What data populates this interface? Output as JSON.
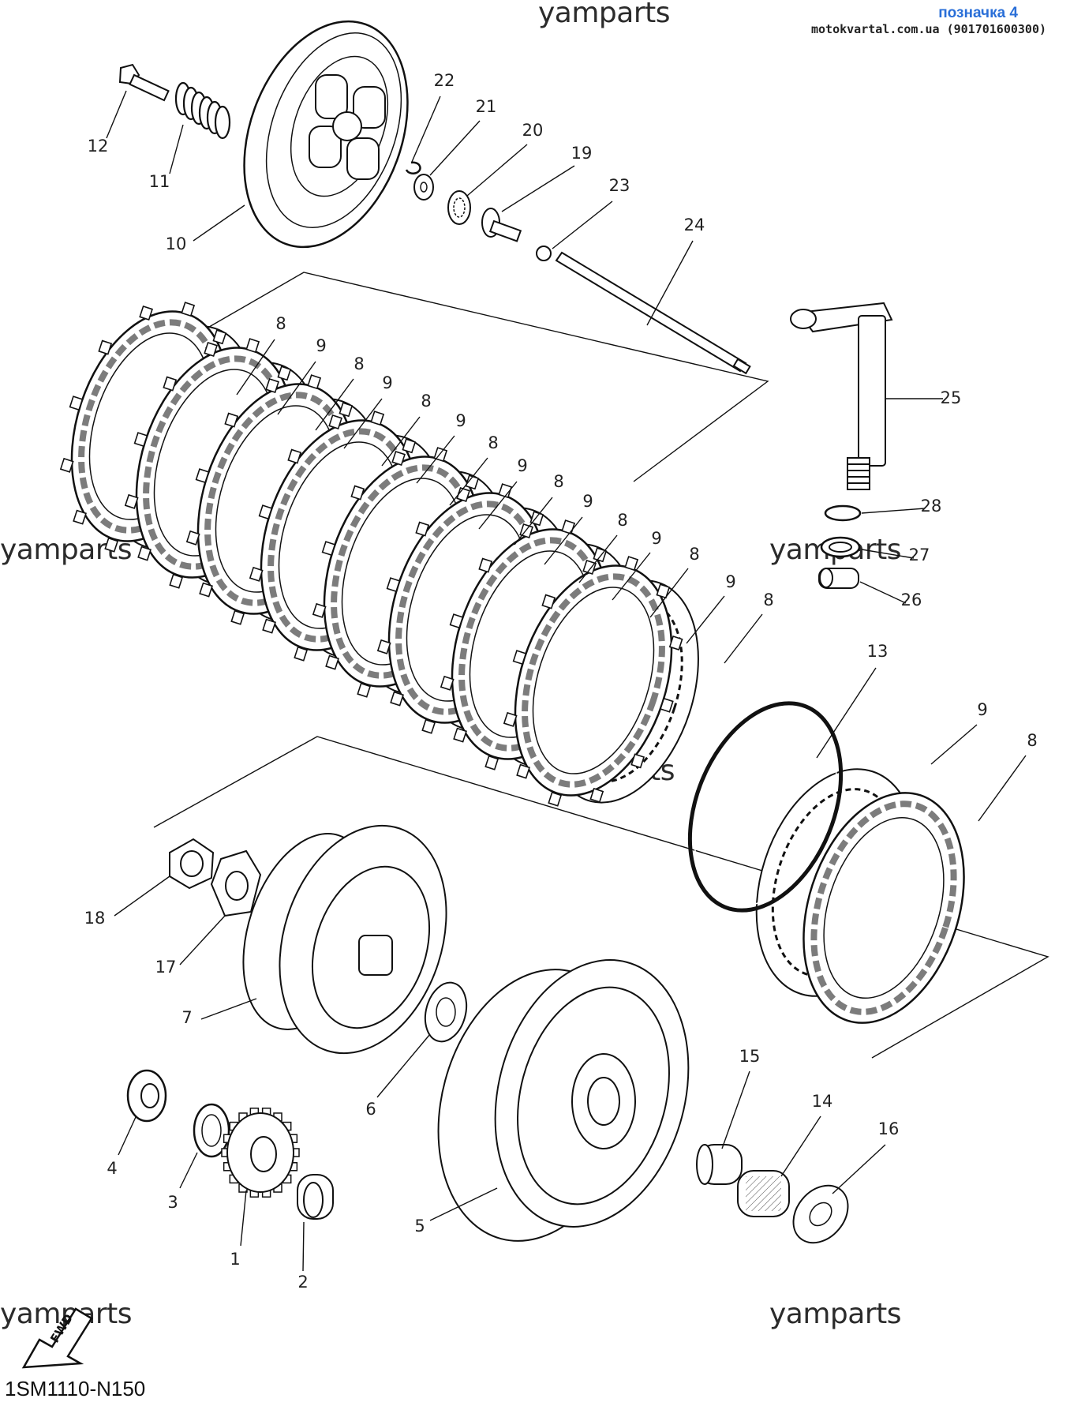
{
  "header": {
    "label_id": "позначка 4",
    "shop_ref": "motokvartal.com.ua (901701600300)"
  },
  "watermark": "yamparts",
  "diagram_code": "1SM1110-N150",
  "fwd_label": "FWD",
  "callouts": [
    "1",
    "2",
    "3",
    "4",
    "5",
    "6",
    "7",
    "8",
    "9",
    "10",
    "11",
    "12",
    "13",
    "14",
    "15",
    "16",
    "17",
    "18",
    "19",
    "20",
    "21",
    "22",
    "23",
    "24",
    "25",
    "26",
    "27",
    "28"
  ]
}
